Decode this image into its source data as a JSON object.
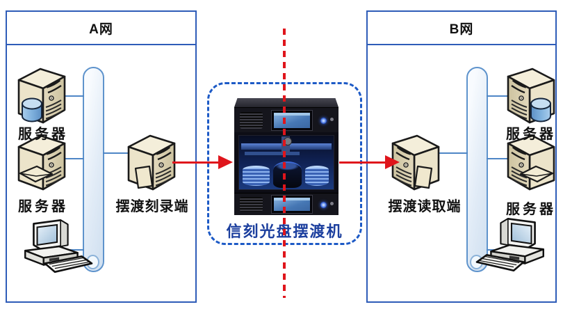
{
  "network_a": {
    "title": "A网",
    "server1_label": "服务器",
    "server2_label": "服务器"
  },
  "network_b": {
    "title": "B网",
    "server1_label": "服务器",
    "server2_label": "服务器"
  },
  "center": {
    "write_label": "摆渡刻录端",
    "read_label": "摆渡读取端",
    "machine_label": "信刻光盘摆渡机"
  },
  "icons": {
    "server": "server-tower-icon",
    "database": "database-cylinder-icon",
    "envelope": "envelope-icon",
    "document": "document-card-icon",
    "computer": "desktop-computer-icon"
  },
  "colors": {
    "box_border": "#2e5cb8",
    "bus_stroke": "#5e93cc",
    "connector": "#4e86c6",
    "red": "#df151c",
    "dashed_border": "#1d5ac6",
    "machine_label": "#1c3f9e",
    "label_color": "#111111"
  }
}
